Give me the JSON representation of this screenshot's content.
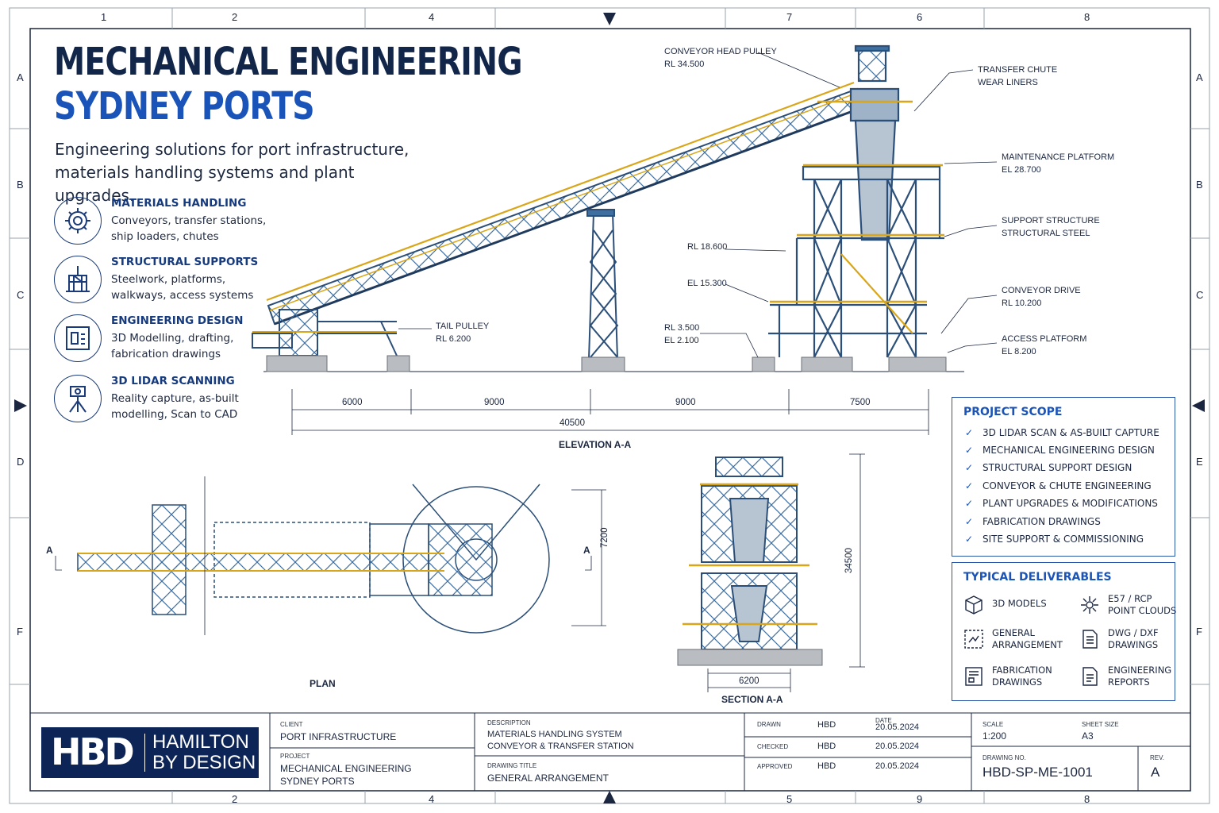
{
  "header": {
    "title_line1": "MECHANICAL ENGINEERING",
    "title_line2": "SYDNEY PORTS",
    "subtitle": "Engineering solutions for port infrastructure, materials handling systems and plant upgrades."
  },
  "services": [
    {
      "icon": "gear-icon",
      "title": "MATERIALS HANDLING",
      "desc": "Conveyors, transfer stations, ship loaders, chutes"
    },
    {
      "icon": "structure-icon",
      "title": "STRUCTURAL SUPPORTS",
      "desc": "Steelwork, platforms, walkways, access systems"
    },
    {
      "icon": "drawing-icon",
      "title": "ENGINEERING DESIGN",
      "desc": "3D Modelling, drafting, fabrication drawings"
    },
    {
      "icon": "lidar-scanner-icon",
      "title": "3D LIDAR SCANNING",
      "desc": "Reality capture, as-built modelling, Scan to CAD"
    }
  ],
  "grid": {
    "top": [
      "1",
      "2",
      "4",
      "7",
      "6",
      "8"
    ],
    "bottom": [
      "2",
      "4",
      "5",
      "9",
      "8"
    ],
    "left": [
      "A",
      "B",
      "C",
      "D",
      "F"
    ],
    "right": [
      "A",
      "B",
      "C",
      "E",
      "F"
    ]
  },
  "annotations": {
    "head_pulley": "CONVEYOR HEAD PULLEY\nRL 34.500",
    "transfer_chute": "TRANSFER CHUTE\nWEAR LINERS",
    "maint_platform": "MAINTENANCE PLATFORM\nEL 28.700",
    "support_structure": "SUPPORT STRUCTURE\nSTRUCTURAL STEEL",
    "rl_18600": "RL 18.600",
    "el_15300": "EL 15.300",
    "conveyor_drive": "CONVEYOR DRIVE\nRL 10.200",
    "rl_3500": "RL 3.500\nEL 2.100",
    "access_platform": "ACCESS PLATFORM\nEL 8.200",
    "tail_pulley": "TAIL PULLEY\nRL 6.200"
  },
  "dimensions": {
    "d1": "6000",
    "d2": "9000",
    "d3": "9000",
    "d4": "7500",
    "total": "40500",
    "plan_height": "7200",
    "section_height": "34500",
    "section_width": "6200"
  },
  "views": {
    "elevation": "ELEVATION A-A",
    "plan": "PLAN",
    "section": "SECTION A-A",
    "section_marker": "A"
  },
  "project_scope": {
    "title": "PROJECT SCOPE",
    "items": [
      "3D LIDAR SCAN & AS-BUILT CAPTURE",
      "MECHANICAL ENGINEERING DESIGN",
      "STRUCTURAL SUPPORT DESIGN",
      "CONVEYOR & CHUTE ENGINEERING",
      "PLANT UPGRADES & MODIFICATIONS",
      "FABRICATION DRAWINGS",
      "SITE SUPPORT & COMMISSIONING"
    ]
  },
  "deliverables": {
    "title": "TYPICAL DELIVERABLES",
    "items": [
      {
        "icon": "cube-icon",
        "label": "3D MODELS"
      },
      {
        "icon": "point-cloud-icon",
        "label": "E57 / RCP\nPOINT CLOUDS"
      },
      {
        "icon": "arrangement-icon",
        "label": "GENERAL\nARRANGEMENT"
      },
      {
        "icon": "document-icon",
        "label": "DWG / DXF\nDRAWINGS"
      },
      {
        "icon": "fabrication-icon",
        "label": "FABRICATION\nDRAWINGS"
      },
      {
        "icon": "report-icon",
        "label": "ENGINEERING\nREPORTS"
      }
    ]
  },
  "title_block": {
    "logo_mark": "HBD",
    "logo_line1": "HAMILTON",
    "logo_line2": "BY DESIGN",
    "client_label": "CLIENT",
    "client": "PORT INFRASTRUCTURE",
    "project_label": "PROJECT",
    "project": "MECHANICAL ENGINEERING\nSYDNEY PORTS",
    "description_label": "DESCRIPTION",
    "description": "MATERIALS HANDLING SYSTEM\nCONVEYOR & TRANSFER STATION",
    "drawing_title_label": "DRAWING TITLE",
    "drawing_title": "GENERAL ARRANGEMENT",
    "drawn_label": "DRAWN",
    "drawn": "HBD",
    "checked_label": "CHECKED",
    "checked": "HBD",
    "approved_label": "APPROVED",
    "approved": "HBD",
    "date_label": "DATE",
    "date1": "20.05.2024",
    "date2": "20.05.2024",
    "date3": "20.05.2024",
    "scale_label": "SCALE",
    "scale": "1:200",
    "sheet_size_label": "SHEET SIZE",
    "sheet_size": "A3",
    "drawing_no_label": "DRAWING No.",
    "drawing_no": "HBD-SP-ME-1001",
    "rev_label": "REV.",
    "rev": "A"
  },
  "colors": {
    "navy": "#12264a",
    "blue": "#1a54b8",
    "steel": "#3d6fa0",
    "yellow": "#d9a61a",
    "concrete": "#b9bcc0"
  }
}
